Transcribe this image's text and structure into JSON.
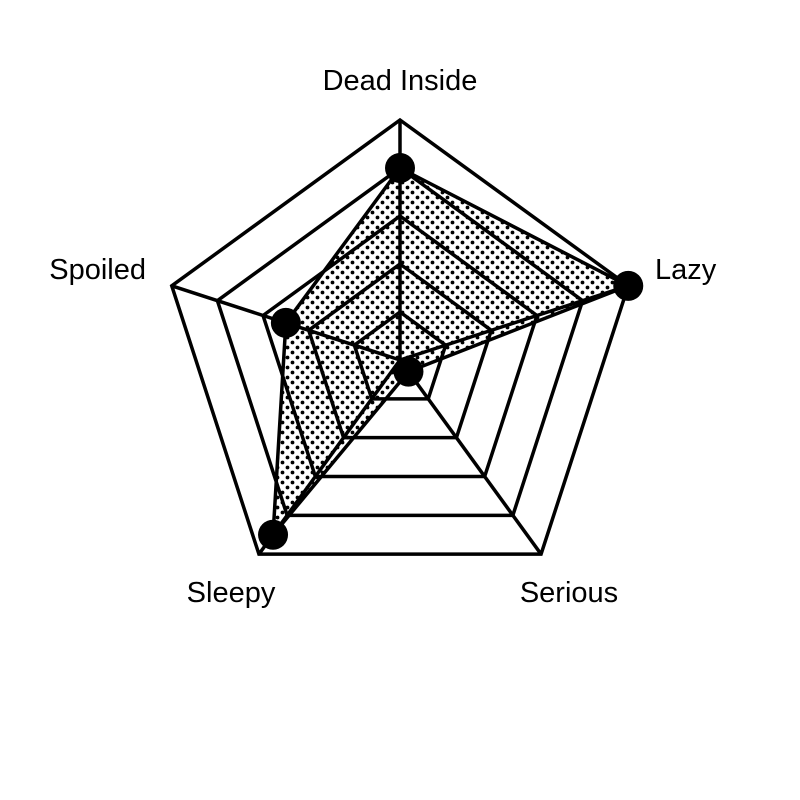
{
  "chart_data": {
    "type": "radar",
    "axes": [
      "Dead Inside",
      "Lazy",
      "Serious",
      "Sleepy",
      "Spoiled"
    ],
    "rmax": 5,
    "rings": [
      1,
      2,
      3,
      4,
      5
    ],
    "series": [
      {
        "values": [
          4,
          5,
          0.3,
          4.5,
          2.5
        ]
      }
    ],
    "fill_pattern": "dotted",
    "colors": {
      "stroke": "#000000",
      "fill_dots": "#000000",
      "background": "#ffffff"
    },
    "grid": true
  }
}
